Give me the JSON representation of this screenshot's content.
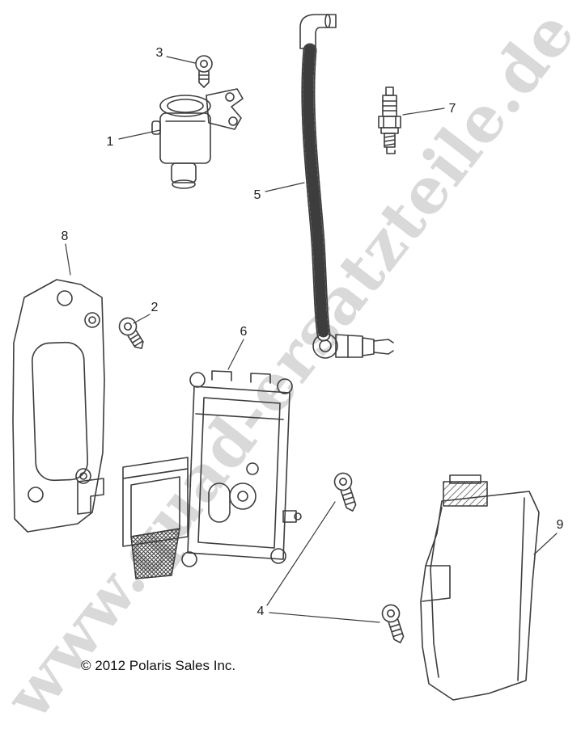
{
  "page": {
    "background_color": "#ffffff",
    "line_color": "#3d3d3d"
  },
  "watermark": {
    "text": "www.quad-ersatzteile.de",
    "color": "#c0c0c0"
  },
  "footer": {
    "copyright": "© 2012 Polaris Sales Inc."
  },
  "callouts": [
    {
      "label": "1"
    },
    {
      "label": "2"
    },
    {
      "label": "3"
    },
    {
      "label": "4"
    },
    {
      "label": "5"
    },
    {
      "label": "6"
    },
    {
      "label": "7"
    },
    {
      "label": "8"
    },
    {
      "label": "9"
    }
  ]
}
